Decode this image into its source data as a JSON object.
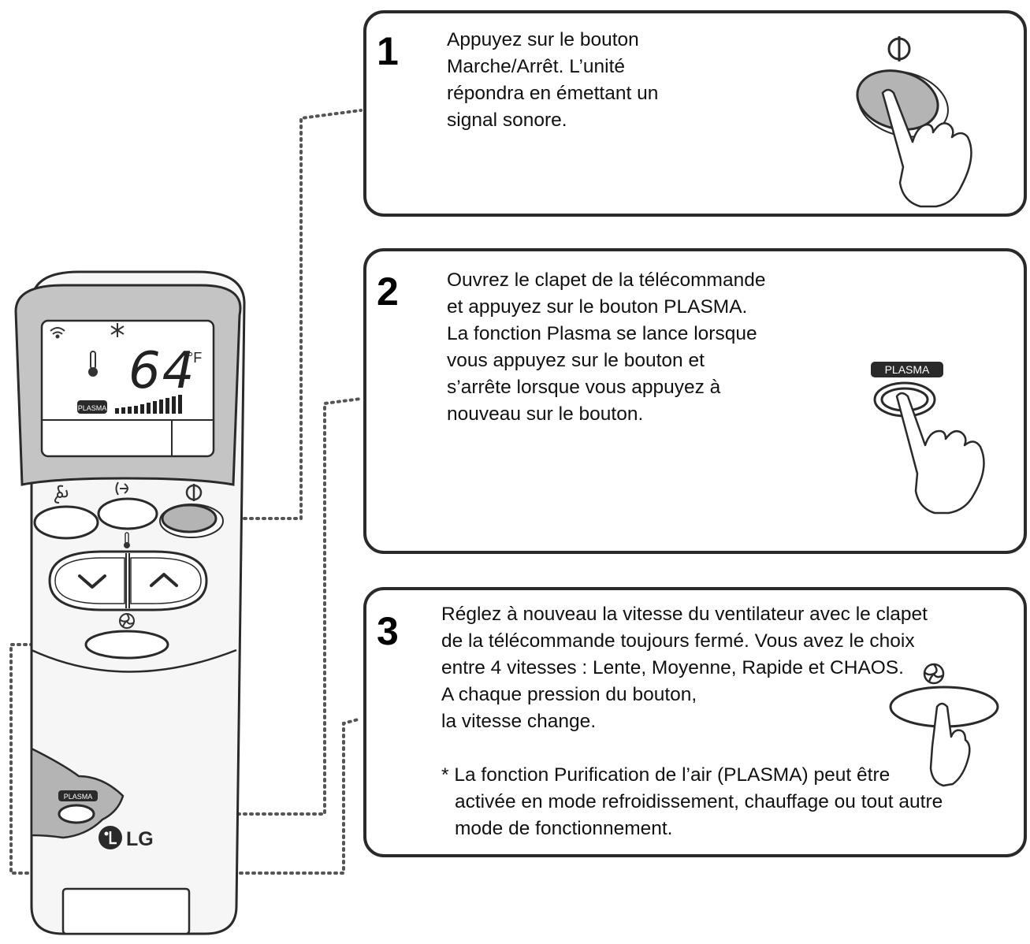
{
  "steps": [
    {
      "number": "1",
      "lines": [
        "Appuyez sur le bouton",
        "Marche/Arrêt. L’unité",
        "répondra en émettant un",
        "signal sonore."
      ]
    },
    {
      "number": "2",
      "lines": [
        "Ouvrez le clapet de la télécommande",
        "et appuyez sur le bouton PLASMA.",
        "La fonction Plasma se lance lorsque",
        "vous appuyez sur le bouton et",
        "s’arrête lorsque vous appuyez à",
        "nouveau sur le bouton."
      ],
      "button_label": "PLASMA"
    },
    {
      "number": "3",
      "lines": [
        "Réglez à nouveau la vitesse du ventilateur avec le clapet",
        "de la télécommande toujours fermé. Vous avez le choix",
        "entre 4 vitesses : Lente, Moyenne, Rapide et CHAOS.",
        "A chaque pression du bouton,",
        "la vitesse change."
      ],
      "note_lines": [
        "* La fonction Purification de l’air (PLASMA) peut être",
        "activée en mode refroidissement, chauffage ou tout autre",
        "mode de fonctionnement."
      ]
    }
  ],
  "remote": {
    "display_temperature": "64",
    "display_unit": "°F",
    "display_plasma_label": "PLASMA",
    "plasma_button_label": "PLASMA",
    "brand": "LG",
    "icons": [
      "wifi-icon",
      "snowflake-icon",
      "thermometer-icon",
      "fan-icon",
      "swing-icon",
      "power-icon",
      "chevron-down-icon",
      "chevron-up-icon",
      "fan-speed-icon"
    ]
  },
  "colors": {
    "outline": "#2a2a2a",
    "screen_bezel": "#c4c4c4",
    "lcd": "#ffffff",
    "pressed_button": "#b4b4b4",
    "remote_body": "#f6f6f6"
  }
}
